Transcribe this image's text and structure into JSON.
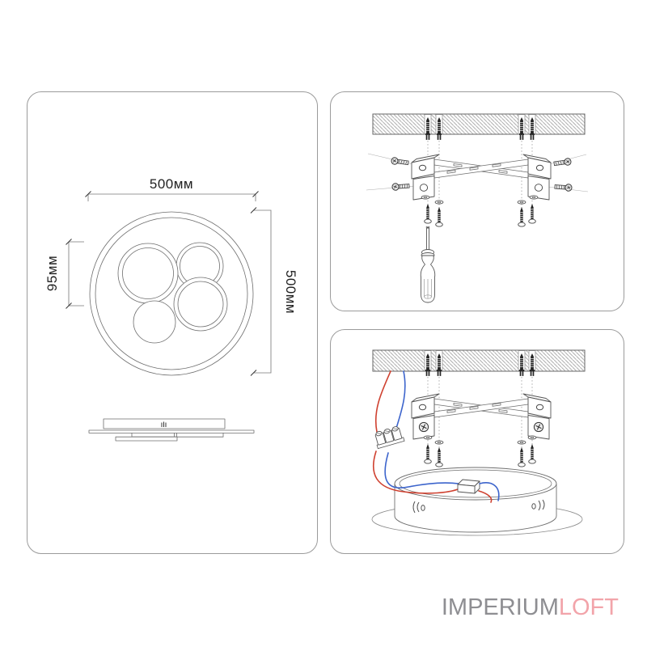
{
  "panels": {
    "dimensions": {
      "width_label": "500мм",
      "height_label": "500мм",
      "inner_label": "95мм"
    },
    "step1": {
      "icons": [
        "ceiling-hatch",
        "wall-anchor-icon",
        "cross-mounting-bracket",
        "machine-screw-icon",
        "washer-icon",
        "mounting-screw-icon",
        "screwdriver-icon"
      ]
    },
    "step2": {
      "icons": [
        "ceiling-hatch",
        "wall-anchor-icon",
        "cross-mounting-bracket",
        "washer-icon",
        "mounting-screw-icon",
        "terminal-block-icon",
        "red-wire",
        "blue-wire",
        "lamp-base-drum"
      ]
    }
  },
  "logo": {
    "part1": "IMPERIUM",
    "part2": "LOFT"
  },
  "colors": {
    "line": "#6e6e6e",
    "dark": "#242424",
    "panel_border": "#9b9b9b",
    "hatch": "#9a9a9a",
    "wire_red": "#cf4130",
    "wire_blue": "#3c64cc",
    "logo_gray": "#8e8e92",
    "logo_pink": "#f2a4aa"
  }
}
